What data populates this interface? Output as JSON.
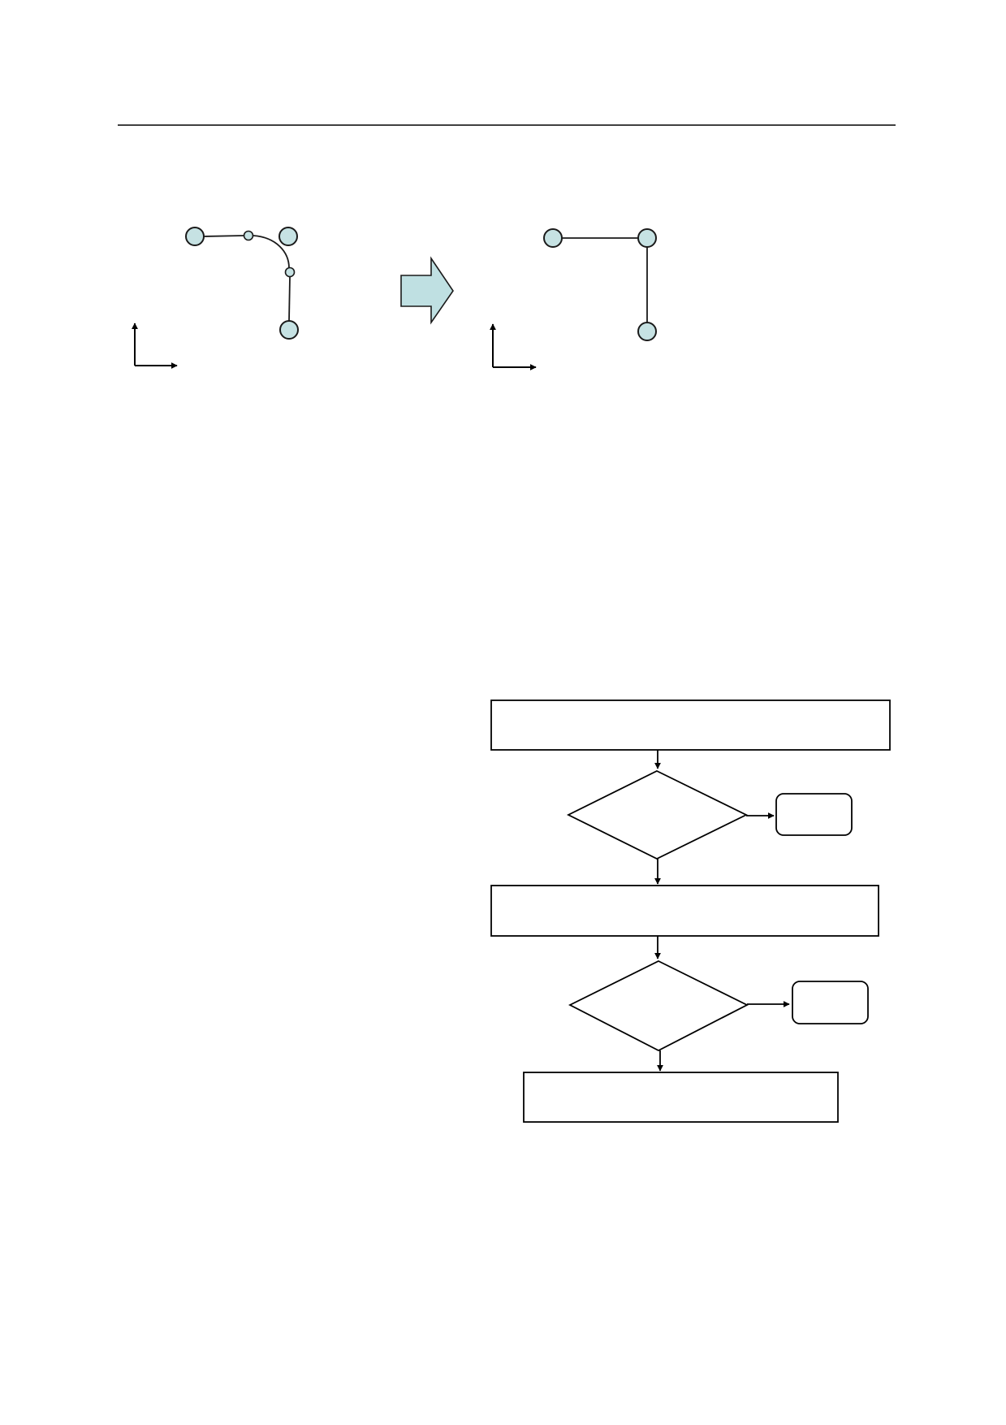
{
  "page": {
    "header_rule": true
  },
  "figure_top": {
    "left_panel": {
      "nodes": 3,
      "intermediate_points": 2,
      "curved_corner": true
    },
    "transition": {
      "icon": "right-block-arrow-icon",
      "fill_color": "#bfe0e2"
    },
    "right_panel": {
      "nodes": 3,
      "curved_corner": false
    },
    "node_fill_color": "#c6e2e3"
  },
  "flowchart": {
    "steps": [
      "",
      "",
      ""
    ],
    "decisions": [
      "",
      ""
    ],
    "side_outcomes": [
      "",
      ""
    ]
  }
}
